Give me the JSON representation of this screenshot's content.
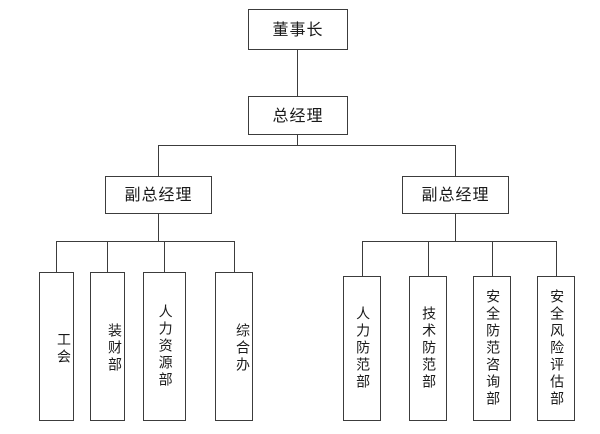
{
  "diagram": {
    "type": "organizational-chart",
    "title": "",
    "orientation": "top-down",
    "line_color": "#3c3c3c",
    "box_fill": "#ffffff",
    "text_color": "#1a1a1a",
    "levels": [
      {
        "level": 1,
        "nodes": [
          {
            "id": "chairman",
            "label": "董事长"
          }
        ]
      },
      {
        "level": 2,
        "nodes": [
          {
            "id": "general-manager",
            "label": "总经理"
          }
        ]
      },
      {
        "level": 3,
        "nodes": [
          {
            "id": "deputy-gm-left",
            "label": "副总经理"
          },
          {
            "id": "deputy-gm-right",
            "label": "副总经理"
          }
        ]
      },
      {
        "level": 4,
        "nodes": [
          {
            "id": "labor-union",
            "label": "工会",
            "parent": "deputy-gm-left"
          },
          {
            "id": "equipment-finance-dept",
            "label": "装财部",
            "parent": "deputy-gm-left"
          },
          {
            "id": "human-resources-dept",
            "label": "人力资源部",
            "parent": "deputy-gm-left"
          },
          {
            "id": "general-office",
            "label": "综合办",
            "parent": "deputy-gm-left"
          },
          {
            "id": "manpower-security-dept",
            "label": "人力防范部",
            "parent": "deputy-gm-right"
          },
          {
            "id": "technical-security-dept",
            "label": "技术防范部",
            "parent": "deputy-gm-right"
          },
          {
            "id": "security-consulting-dept",
            "label": "安全防范咨询部",
            "parent": "deputy-gm-right"
          },
          {
            "id": "security-risk-assessment-dept",
            "label": "安全风险评估部",
            "parent": "deputy-gm-right"
          }
        ]
      }
    ]
  }
}
